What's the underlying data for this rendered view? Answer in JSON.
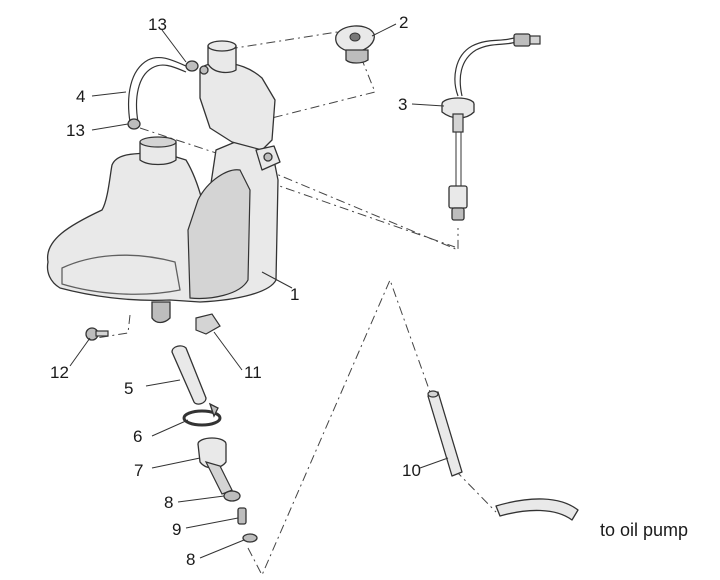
{
  "callouts": {
    "c1": "1",
    "c2": "2",
    "c3": "3",
    "c4": "4",
    "c5": "5",
    "c6": "6",
    "c7": "7",
    "c8a": "8",
    "c8b": "8",
    "c9": "9",
    "c10": "10",
    "c11": "11",
    "c12": "12",
    "c13a": "13",
    "c13b": "13"
  },
  "annotation": "to oil pump"
}
